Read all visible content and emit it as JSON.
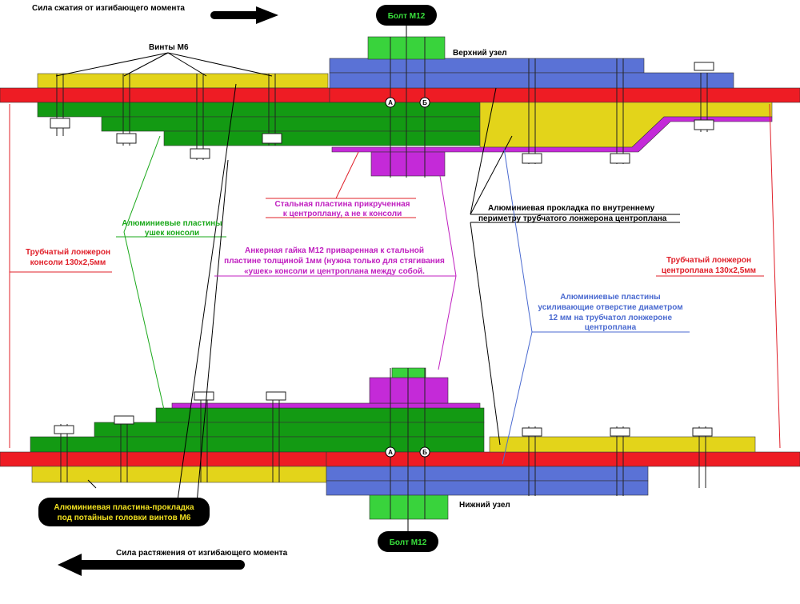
{
  "colors": {
    "red": "#ee1c24",
    "green": "#139a13",
    "yellow": "#e3d41a",
    "blue": "#5a72d6",
    "magenta": "#c42ad8",
    "bright_green": "#39d33c",
    "label_red": "#e0202a",
    "label_magenta": "#c020c0",
    "label_green": "#1aa81a",
    "label_blue": "#4a6ad0",
    "pill_bg": "#000000",
    "pill_text_green": "#39e03c",
    "pill_text_yellow": "#f0e020"
  },
  "labels": {
    "compression": "Сила сжатия от изгибающего момента",
    "tension": "Сила растяжения от изгибающего момента",
    "bolt_top": "Болт М12",
    "bolt_bottom": "Болт М12",
    "upper_node": "Верхний узел",
    "lower_node": "Нижний узел",
    "screws_m6": "Винты М6",
    "point_a_top": "А",
    "point_b_top": "Б",
    "point_a_bottom": "А",
    "point_b_bottom": "Б",
    "steel_plate": [
      "Стальная пластина прикрученная",
      "к центроплану, а не к консоли"
    ],
    "al_spacer_inner": [
      "Алюминиевая прокладка по внутреннему",
      "периметру трубчатого лонжерона центроплана"
    ],
    "al_plates_console": [
      "Алюминиевые пластины",
      "ушек консоли"
    ],
    "spar_console": [
      "Трубчатый лонжерон",
      "консоли 130х2,5мм"
    ],
    "anchor_nut": [
      "Анкерная гайка М12 приваренная к стальной",
      "пластине толщиной 1мм (нужна только для стягивания",
      "«ушек» консоли и центроплана между собой."
    ],
    "spar_center": [
      "Трубчатый лонжерон",
      "центроплана 130х2,5мм"
    ],
    "al_plates_reinforce": [
      "Алюминиевые пластины",
      "усиливающие отверстие диаметром",
      "12 мм на трубчатол лонжероне",
      "центроплана"
    ],
    "al_plate_spacer": [
      "Алюминиевая пластина-прокладка",
      "под потайные головки винтов М6"
    ]
  }
}
